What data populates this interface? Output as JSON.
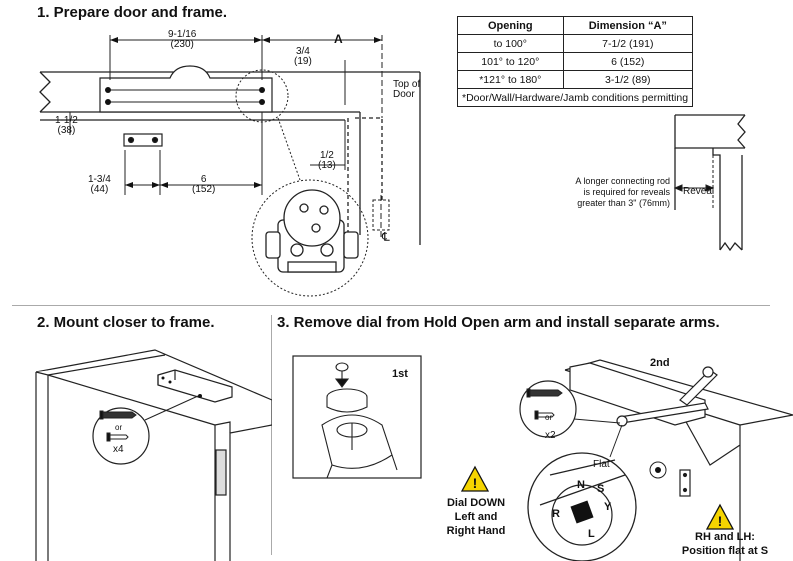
{
  "step1": {
    "title": "1. Prepare door and frame.",
    "dims": {
      "d1": "9-1/16",
      "d1mm": "(230)",
      "a_label": "A",
      "d2": "3/4",
      "d2mm": "(19)",
      "d3": "1-1/2",
      "d3mm": "(38)",
      "d4": "1/2",
      "d4mm": "(13)",
      "d5": "1-3/4",
      "d5mm": "(44)",
      "d6": "6",
      "d6mm": "(152)"
    },
    "top_of_door": [
      "Top of",
      "Door"
    ],
    "centerline": "℄"
  },
  "table": {
    "headers": [
      "Opening",
      "Dimension “A”"
    ],
    "rows": [
      [
        "to 100°",
        "7-1/2 (191)"
      ],
      [
        "101° to 120°",
        "6 (152)"
      ],
      [
        "*121° to 180°",
        "3-1/2 (89)"
      ]
    ],
    "note": "*Door/Wall/Hardware/Jamb conditions permitting"
  },
  "reveal": {
    "note_lines": [
      "A longer connecting rod",
      "is required for reveals",
      "greater than 3\" (76mm)"
    ],
    "label": "Reveal"
  },
  "step2": {
    "title": "2. Mount closer to frame.",
    "or": "or",
    "qty": "x4"
  },
  "step3": {
    "title": "3. Remove dial from Hold Open arm and install separate arms.",
    "first": "1st",
    "second": "2nd",
    "or": "or",
    "qty": "x2",
    "flat": "Flat",
    "dial_letters": [
      "N",
      "S",
      "Y",
      "L",
      "R"
    ],
    "warning_left": [
      "Dial DOWN",
      "Left and",
      "Right Hand"
    ],
    "warning_right": [
      "RH and LH:",
      "Position flat at S"
    ]
  }
}
